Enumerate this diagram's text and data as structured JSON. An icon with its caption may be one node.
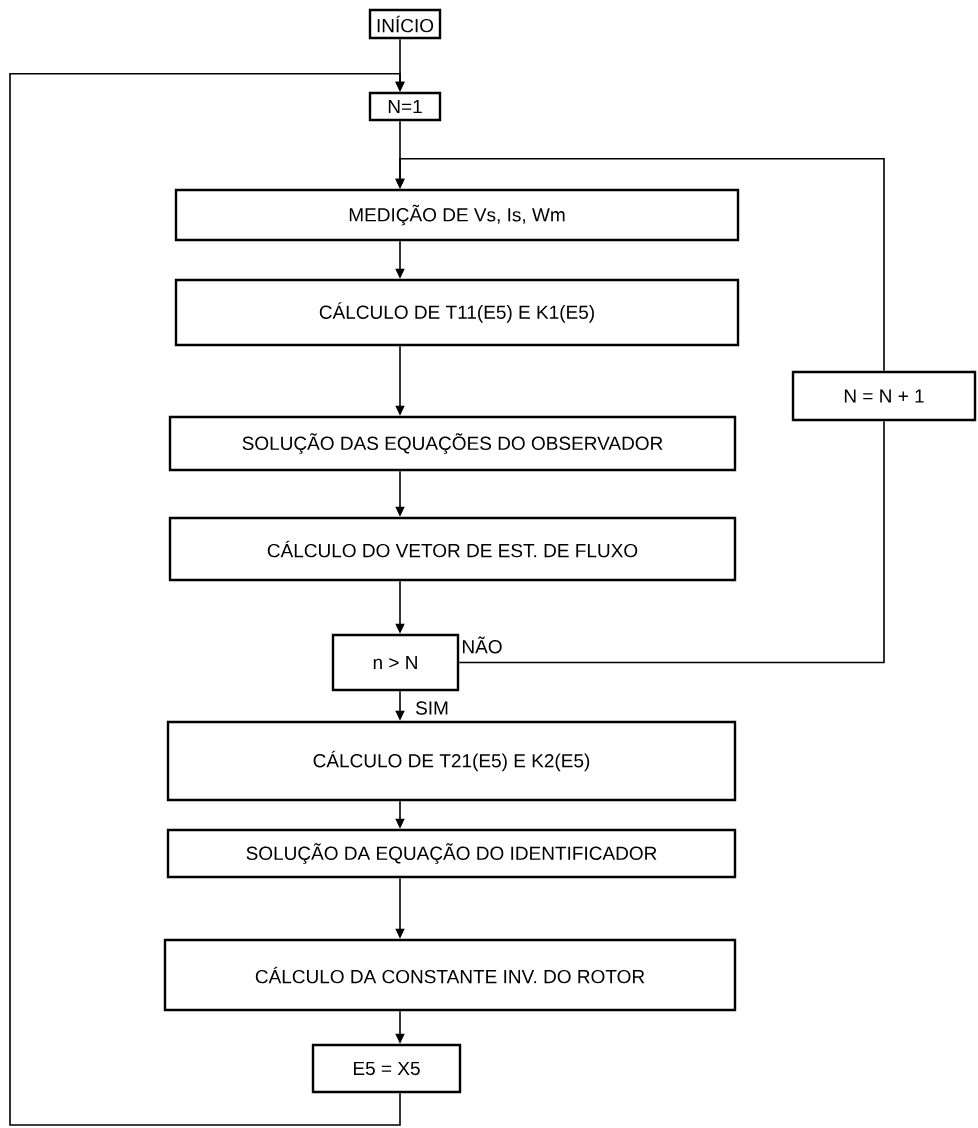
{
  "diagram": {
    "nodes": [
      {
        "text": [
          "INÍCIO"
        ]
      },
      {
        "text": [
          "N=1"
        ]
      },
      {
        "text": [
          "MEDIÇÃO DE Vs, Is, Wm"
        ]
      },
      {
        "text": [
          "CÁLCULO DE T11(E5) E K1(E5)"
        ]
      },
      {
        "text": [
          "N = N + 1"
        ]
      },
      {
        "text": [
          "SOLUÇÃO DAS EQUAÇÕES DO OBSERVADOR"
        ]
      },
      {
        "text": [
          "CÁLCULO DO VETOR DE EST. DE FLUXO"
        ]
      },
      {
        "text": [
          "n > N"
        ]
      },
      {
        "text": [
          "CÁLCULO DE T21(E5) E K2(E5)"
        ]
      },
      {
        "text": [
          "SOLUÇÃO DA EQUAÇÃO DO IDENTIFICADOR"
        ]
      },
      {
        "text": [
          "CÁLCULO DA CONSTANTE INV. DO ROTOR"
        ]
      },
      {
        "text": [
          "E5 = X5"
        ]
      }
    ],
    "edges": [
      {
        "from": 0,
        "to": 1,
        "arrow": "to"
      },
      {
        "from": 1,
        "to": 2,
        "arrow": "to"
      },
      {
        "from": 2,
        "to": 3,
        "arrow": "to"
      },
      {
        "from": 3,
        "to": 5,
        "arrow": "to"
      },
      {
        "from": 5,
        "to": 6,
        "arrow": "to"
      },
      {
        "from": 6,
        "to": 7,
        "arrow": "to"
      },
      {
        "from": 7,
        "to": 8,
        "label": "SIM",
        "arrow": "to"
      },
      {
        "from": 7,
        "to": 4,
        "label": "NÃO",
        "arrow": "none"
      },
      {
        "from": 4,
        "to": 2,
        "arrow": "to"
      },
      {
        "from": 8,
        "to": 9,
        "arrow": "to"
      },
      {
        "from": 9,
        "to": 10,
        "arrow": "to"
      },
      {
        "from": 10,
        "to": 11,
        "arrow": "to"
      },
      {
        "from": 11,
        "to": 1,
        "arrow": "to"
      }
    ]
  }
}
